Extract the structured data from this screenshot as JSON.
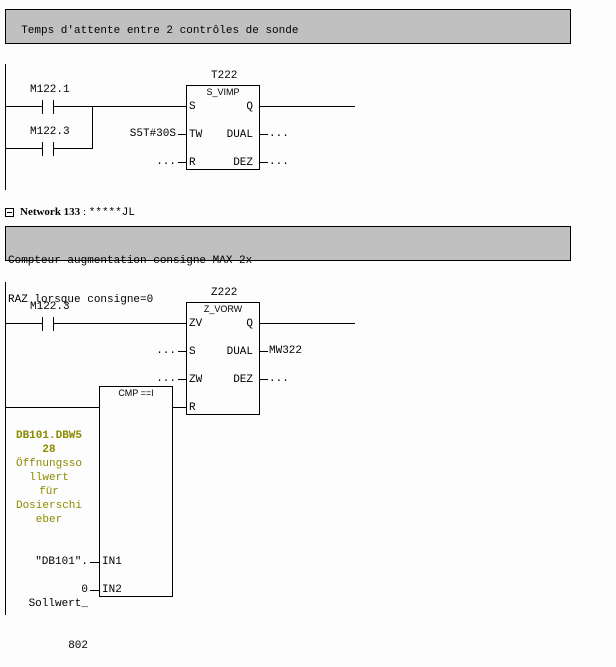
{
  "network132": {
    "comment": "Temps d'attente entre 2 contrôles de sonde",
    "contacts": [
      {
        "address": "M122.1"
      },
      {
        "address": "M122.3"
      }
    ],
    "timer": {
      "instance": "T222",
      "type": "S_VIMP",
      "inputs": [
        {
          "pin": "S",
          "value": ""
        },
        {
          "pin": "TW",
          "value": "S5T#30S"
        },
        {
          "pin": "R",
          "value": "..."
        }
      ],
      "outputs": [
        {
          "pin": "Q",
          "value": ""
        },
        {
          "pin": "DUAL",
          "value": "..."
        },
        {
          "pin": "DEZ",
          "value": "..."
        }
      ]
    }
  },
  "network133": {
    "label": "Network 133",
    "separator": ":",
    "title": "*****JL",
    "comment_line1": "Compteur augmentation consigne MAX 2x",
    "comment_line2": "RAZ lorsque consigne=0",
    "contact": {
      "address": "M122.3"
    },
    "counter": {
      "instance": "Z222",
      "type": "Z_VORW",
      "inputs": [
        {
          "pin": "ZV",
          "value": ""
        },
        {
          "pin": "S",
          "value": "..."
        },
        {
          "pin": "ZW",
          "value": "..."
        },
        {
          "pin": "R",
          "value": ""
        }
      ],
      "outputs": [
        {
          "pin": "Q",
          "value": ""
        },
        {
          "pin": "DUAL",
          "value": "MW322"
        },
        {
          "pin": "DEZ",
          "value": "..."
        }
      ]
    },
    "compare": {
      "type": "CMP ==I",
      "in1_pin": "IN1",
      "in2_pin": "IN2",
      "in1_address_line1": "DB101.DBW5",
      "in1_address_line2": "28",
      "in1_comment_lines": [
        "Öffnungsso",
        "llwert",
        "für",
        "Dosierschi",
        "eber"
      ],
      "in1_symbol_line1": "\"DB101\".",
      "in1_symbol_line2": "Sollwert_",
      "in1_symbol_line3": "802",
      "in2_value": "0"
    }
  }
}
